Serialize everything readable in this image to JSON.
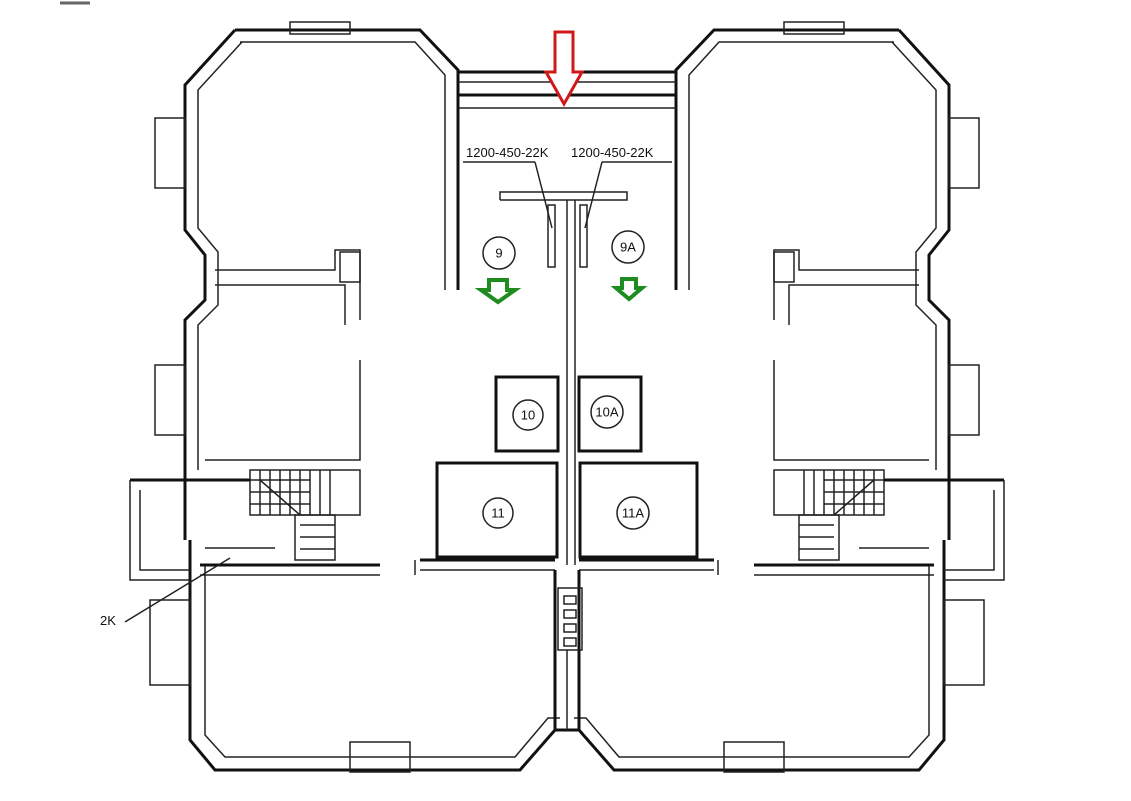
{
  "plan": {
    "callouts": [
      "1200-450-22K",
      "1200-450-22K"
    ],
    "partial_callout": "2K",
    "rooms": [
      "9",
      "9A",
      "10",
      "10A",
      "11",
      "11A"
    ]
  },
  "colors": {
    "entry_arrow": "#d01818",
    "direction_arrow": "#1e8c1e"
  }
}
